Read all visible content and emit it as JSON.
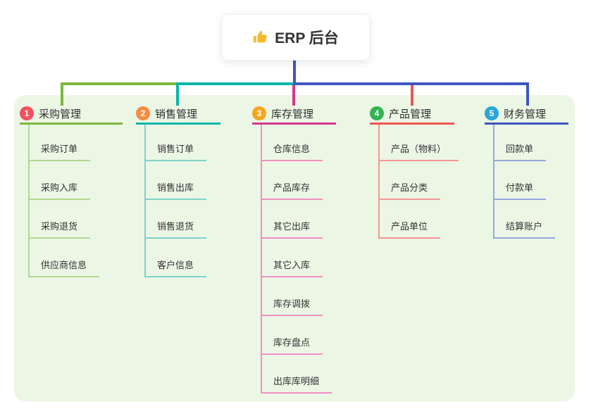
{
  "root": {
    "label": "ERP 后台",
    "icon": "thumbs-up-icon",
    "icon_color": "#f5b82e"
  },
  "panel_color": "#ebf6e5",
  "trunk_color": "#4155c2",
  "branches": [
    {
      "num": "1",
      "label": "采购管理",
      "badge_color": "#f5505f",
      "line_color": "#7db83e",
      "child_line_color": "#b3d893",
      "children": [
        "采购订单",
        "采购入库",
        "采购退货",
        "供应商信息"
      ]
    },
    {
      "num": "2",
      "label": "销售管理",
      "badge_color": "#f68c3f",
      "line_color": "#0db5a8",
      "child_line_color": "#7fd2cb",
      "children": [
        "销售订单",
        "销售出库",
        "销售退货",
        "客户信息"
      ]
    },
    {
      "num": "3",
      "label": "库存管理",
      "badge_color": "#f6a51f",
      "line_color": "#d6368f",
      "child_line_color": "#f091c3",
      "children": [
        "仓库信息",
        "产品库存",
        "其它出库",
        "其它入库",
        "库存调拨",
        "库存盘点",
        "出库库明细"
      ]
    },
    {
      "num": "4",
      "label": "产品管理",
      "badge_color": "#33b453",
      "line_color": "#f05452",
      "child_line_color": "#f59693",
      "children": [
        "产品（物料）",
        "产品分类",
        "产品单位"
      ]
    },
    {
      "num": "5",
      "label": "财务管理",
      "badge_color": "#2aa6da",
      "line_color": "#3d56be",
      "child_line_color": "#94a9dc",
      "children": [
        "回款单",
        "付款单",
        "结算账户"
      ]
    }
  ]
}
